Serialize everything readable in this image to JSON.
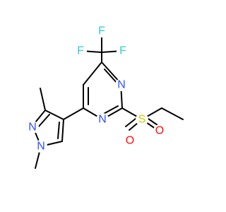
{
  "structure": {
    "atoms": {
      "F1": "F",
      "F2": "F",
      "F3": "F",
      "N_pyrimidine_1": "N",
      "N_pyrimidine_2": "N",
      "N_pyrazole_1": "N",
      "N_pyrazole_2": "N",
      "S": "S",
      "O1": "O",
      "O2": "O"
    },
    "colors": {
      "bond": "#000000",
      "fluorine": "#33cccc",
      "nitrogen": "#3050f8",
      "sulfur": "#cccc00",
      "oxygen": "#ff0d0d"
    }
  }
}
